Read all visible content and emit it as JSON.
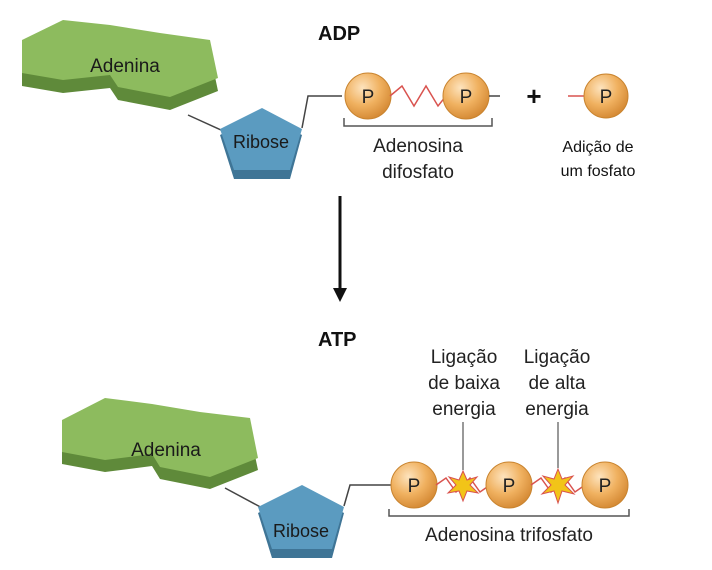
{
  "adp": {
    "title": "ADP",
    "adenine_label": "Adenina",
    "ribose_label": "Ribose",
    "phosphate_label": "P",
    "bracket_line1": "Adenosina",
    "bracket_line2": "difosfato",
    "plus_sign": "+",
    "added_line1": "Adição de",
    "added_line2": "um fosfato"
  },
  "atp": {
    "title": "ATP",
    "adenine_label": "Adenina",
    "ribose_label": "Ribose",
    "phosphate_label": "P",
    "low_line1": "Ligação",
    "low_line2": "de baixa",
    "low_line3": "energia",
    "high_line1": "Ligação",
    "high_line2": "de alta",
    "high_line3": "energia",
    "bracket_label": "Adenosina trifosfato"
  },
  "colors": {
    "adenine_fill": "#8dbb5e",
    "adenine_side": "#5f8a3a",
    "ribose_fill": "#5b9bc0",
    "ribose_side": "#3f7596",
    "phosphate_fill": "#f0b160",
    "bond": "#d9534f",
    "spark": "#f2c418"
  }
}
